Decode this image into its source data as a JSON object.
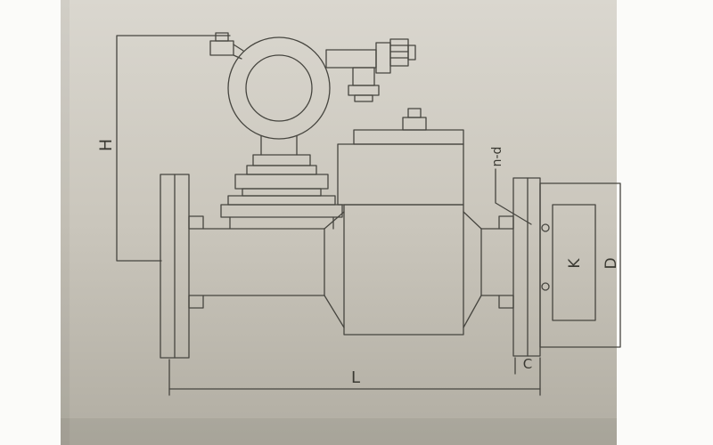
{
  "drawing": {
    "kind": "flowmeter-dimensional-outline",
    "labels": {
      "H": "H",
      "nd": "n-d",
      "K": "K",
      "D": "D",
      "C": "C",
      "L": "L"
    },
    "colors": {
      "margin": "#fbfbf9",
      "paper_light": "#dad7cf",
      "paper_mid": "#cac6bc",
      "paper_dark": "#b1ada2",
      "line": "#46453f",
      "label": "#3a3932"
    }
  }
}
